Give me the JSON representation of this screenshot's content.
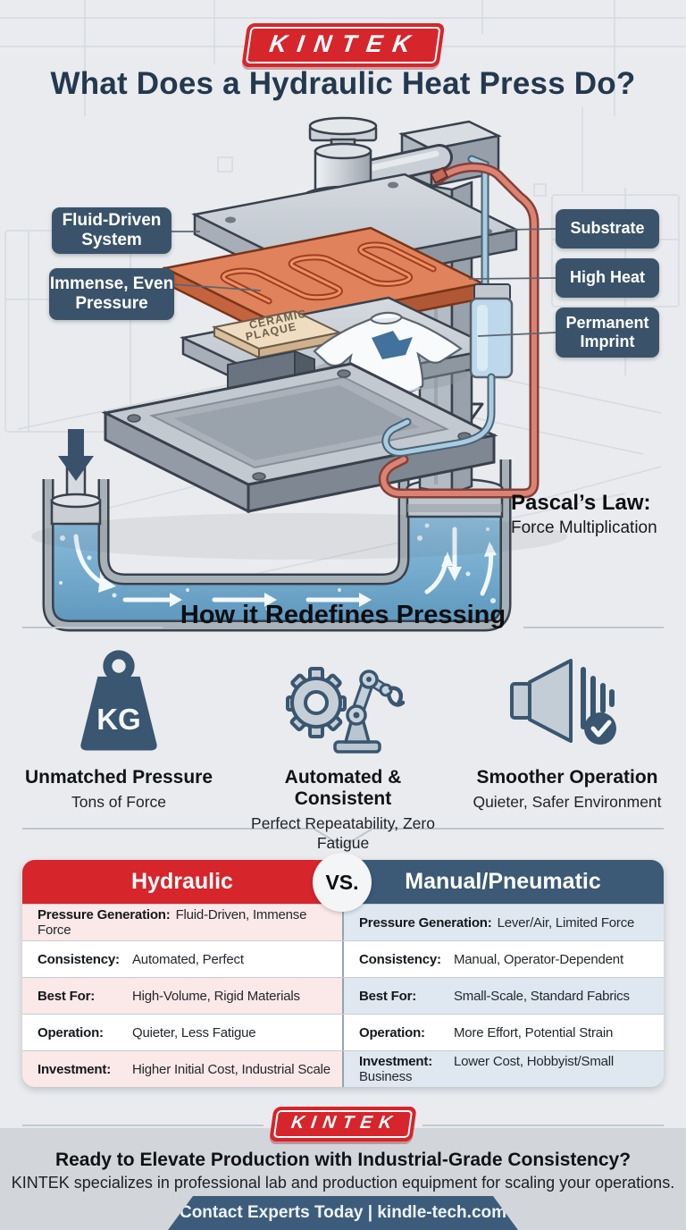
{
  "brand": {
    "logo_text": "KINTEK"
  },
  "header": {
    "title": "What Does a Hydraulic Heat Press Do?"
  },
  "diagram": {
    "labels_left": [
      {
        "label": "Fluid-Driven System"
      },
      {
        "label": "Immense, Even Pressure"
      }
    ],
    "labels_right": [
      {
        "label": "Substrate"
      },
      {
        "label": "High Heat"
      },
      {
        "label": "Permanent Imprint"
      }
    ],
    "plaque_line1": "CERAMIC",
    "plaque_line2": "PLAQUE",
    "pascal": {
      "title": "Pascal’s Law:",
      "subtitle": "Force Multiplication"
    }
  },
  "benefits": {
    "heading": "How it Redefines Pressing",
    "items": [
      {
        "icon": "weight-kg-icon",
        "icon_label": "KG",
        "title": "Unmatched Pressure",
        "subtitle": "Tons of Force"
      },
      {
        "icon": "robot-arm-gear-icon",
        "title": "Automated & Consistent",
        "subtitle": "Perfect Repeatability, Zero Fatigue"
      },
      {
        "icon": "speaker-check-icon",
        "title": "Smoother Operation",
        "subtitle": "Quieter, Safer Environment"
      }
    ]
  },
  "comparison": {
    "left_header": "Hydraulic",
    "vs": "VS.",
    "right_header": "Manual/Pneumatic",
    "rows": [
      {
        "label": "Pressure Generation:",
        "left": "Fluid-Driven, Immense Force",
        "right": "Lever/Air, Limited Force"
      },
      {
        "label": "Consistency:",
        "left": "Automated, Perfect",
        "right": "Manual, Operator-Dependent"
      },
      {
        "label": "Best For:",
        "left": "High-Volume, Rigid Materials",
        "right": "Small-Scale, Standard Fabrics"
      },
      {
        "label": "Operation:",
        "left": "Quieter, Less Fatigue",
        "right": "More Effort, Potential Strain"
      },
      {
        "label": "Investment:",
        "left": "Higher Initial Cost, Industrial Scale",
        "right": "Lower Cost, Hobbyist/Small Business"
      }
    ]
  },
  "footer": {
    "logo_text": "KINTEK",
    "heading": "Ready to Elevate Production with Industrial-Grade Consistency?",
    "subtext": "KINTEK specializes in professional lab and production equipment for scaling your operations.",
    "banner": "Contact Experts Today | kindle-tech.com"
  },
  "colors": {
    "accent_red": "#D6252B",
    "navy_header": "#3C5976",
    "label_navy": "#3A536B",
    "icon_navy": "#3A5670",
    "fluid_blue": "#7FB3D4",
    "heat_orange": "#E0835C",
    "banner_navy": "#3D5C7C",
    "title_navy": "#24384F"
  }
}
